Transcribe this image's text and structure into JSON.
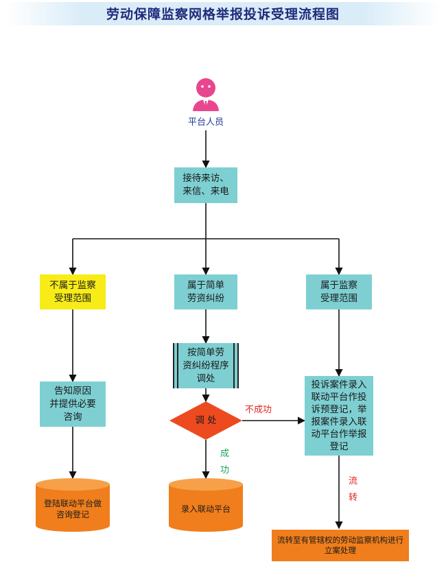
{
  "title": "劳动保障监察网格举报投诉受理流程图",
  "nodes": {
    "person_label": "平台人员",
    "reception": "接待来访、\n来信、来电",
    "not_in_scope": "不属于监察\n受理范围",
    "simple_dispute": "属于简单\n劳资纠纷",
    "in_scope": "属于监察\n受理范围",
    "inform": "告知原因\n并提供必要\n咨询",
    "simple_procedure": "按简单劳\n资纠纷程序\n调处",
    "mediation": "调  处",
    "record_complaint": "投诉案件录入\n联动平台作投\n诉预登记，举\n报案件录入联\n动平台作举报\n登记",
    "consult_register": "登陆联动平台做\n咨询登记",
    "enter_platform": "录入联动平台",
    "transfer": "流转至有管辖权的劳动监察机构进行\n立案处理"
  },
  "edge_labels": {
    "fail": "不成功",
    "success": "成\n功",
    "flow": "流\n转"
  },
  "colors": {
    "teal": "#7ecfd2",
    "yellow": "#f7ec17",
    "orange": "#f07e1c",
    "diamond": "#ee4a1f",
    "person": "#e8468f"
  }
}
